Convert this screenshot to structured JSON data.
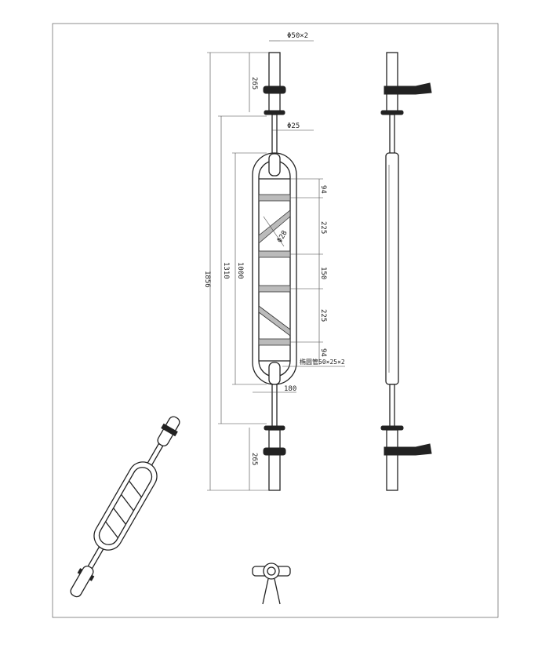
{
  "drawing": {
    "dimensions": {
      "sleeve_diameter": "Φ50×2",
      "sleeve_length_top": "265",
      "bar_diameter": "Φ25",
      "overall_length": "1856",
      "inner_length": "1310",
      "frame_length": "1000",
      "spacing_1": "94",
      "spacing_2": "225",
      "diagonal_diameter": "Φ28",
      "spacing_3": "150",
      "spacing_4": "225",
      "spacing_5": "94",
      "frame_tube": "椭圆管50×25×2",
      "frame_width": "180",
      "sleeve_length_bottom": "265"
    }
  }
}
